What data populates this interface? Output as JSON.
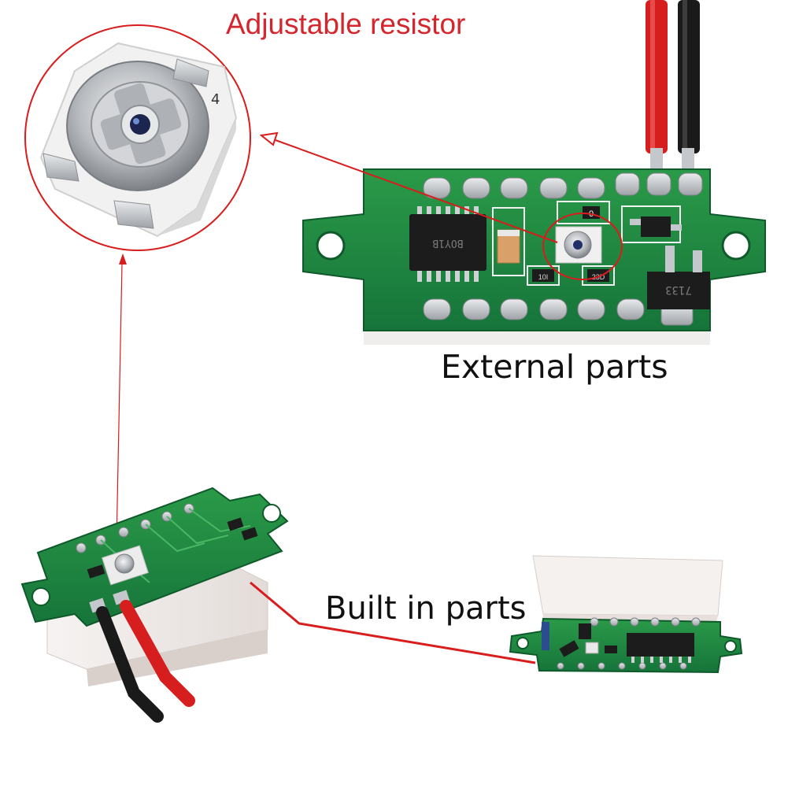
{
  "labels": {
    "adjustable_resistor": "Adjustable resistor",
    "external_parts": "External parts",
    "built_in_parts": "Built in parts"
  },
  "colors": {
    "annotation_red": "#d91c1c",
    "title_red": "#d4262c",
    "pcb_green": "#1f8a3c",
    "solder_silver": "#c9ccd0",
    "wire_red": "#d61e1e",
    "wire_black": "#1a1a1a",
    "chip_black": "#1c1c1c",
    "display_white": "#f2efee"
  },
  "chip_markings": {
    "main_ic": "BOY1B",
    "regulator": "7133",
    "resistor_a": "10I",
    "resistor_b": "23D",
    "cap": "0",
    "trimmer_mark": "4"
  }
}
